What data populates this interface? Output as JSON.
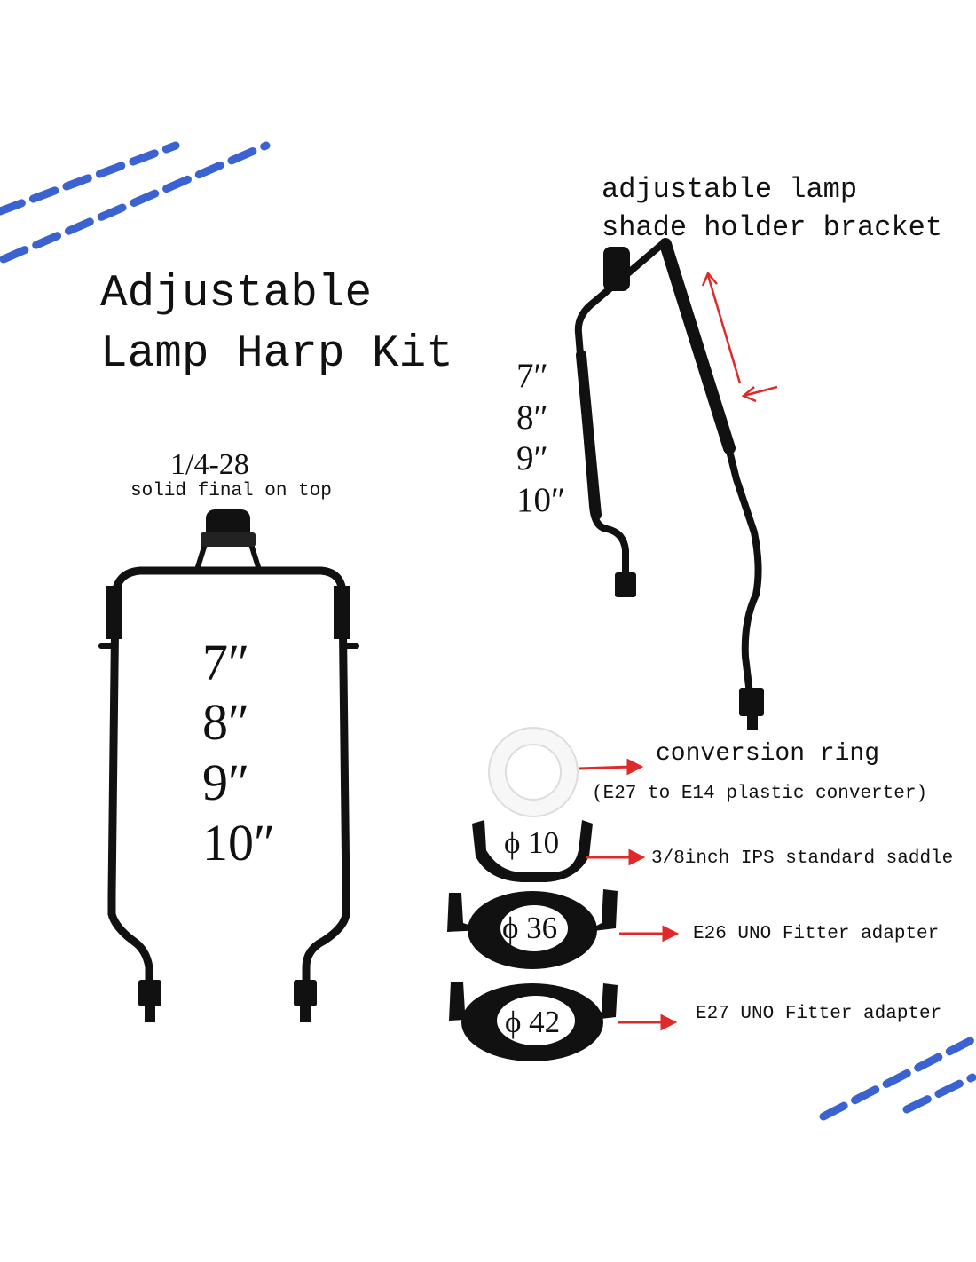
{
  "title": {
    "line1": "Adjustable",
    "line2": "Lamp Harp Kit"
  },
  "finial": {
    "thread": "1/4-28",
    "note": "solid final on top"
  },
  "left_sizes": [
    "7″",
    "8″",
    "9″",
    "10″"
  ],
  "right_sizes": [
    "7″",
    "8″",
    "9″",
    "10″"
  ],
  "bracket": {
    "line1": "adjustable lamp",
    "line2": "shade holder bracket"
  },
  "parts": [
    {
      "symbol": "",
      "label": "conversion ring",
      "sublabel": "(E27 to E14 plastic converter)"
    },
    {
      "symbol": "ϕ 10",
      "label": "3/8inch IPS standard saddle"
    },
    {
      "symbol": "ϕ 36",
      "label": "E26 UNO Fitter adapter"
    },
    {
      "symbol": "ϕ 42",
      "label": "E27 UNO Fitter adapter"
    }
  ],
  "colors": {
    "accent_blue": "#3a62d0",
    "arrow_red": "#e02a2a",
    "metal": "#111111"
  }
}
